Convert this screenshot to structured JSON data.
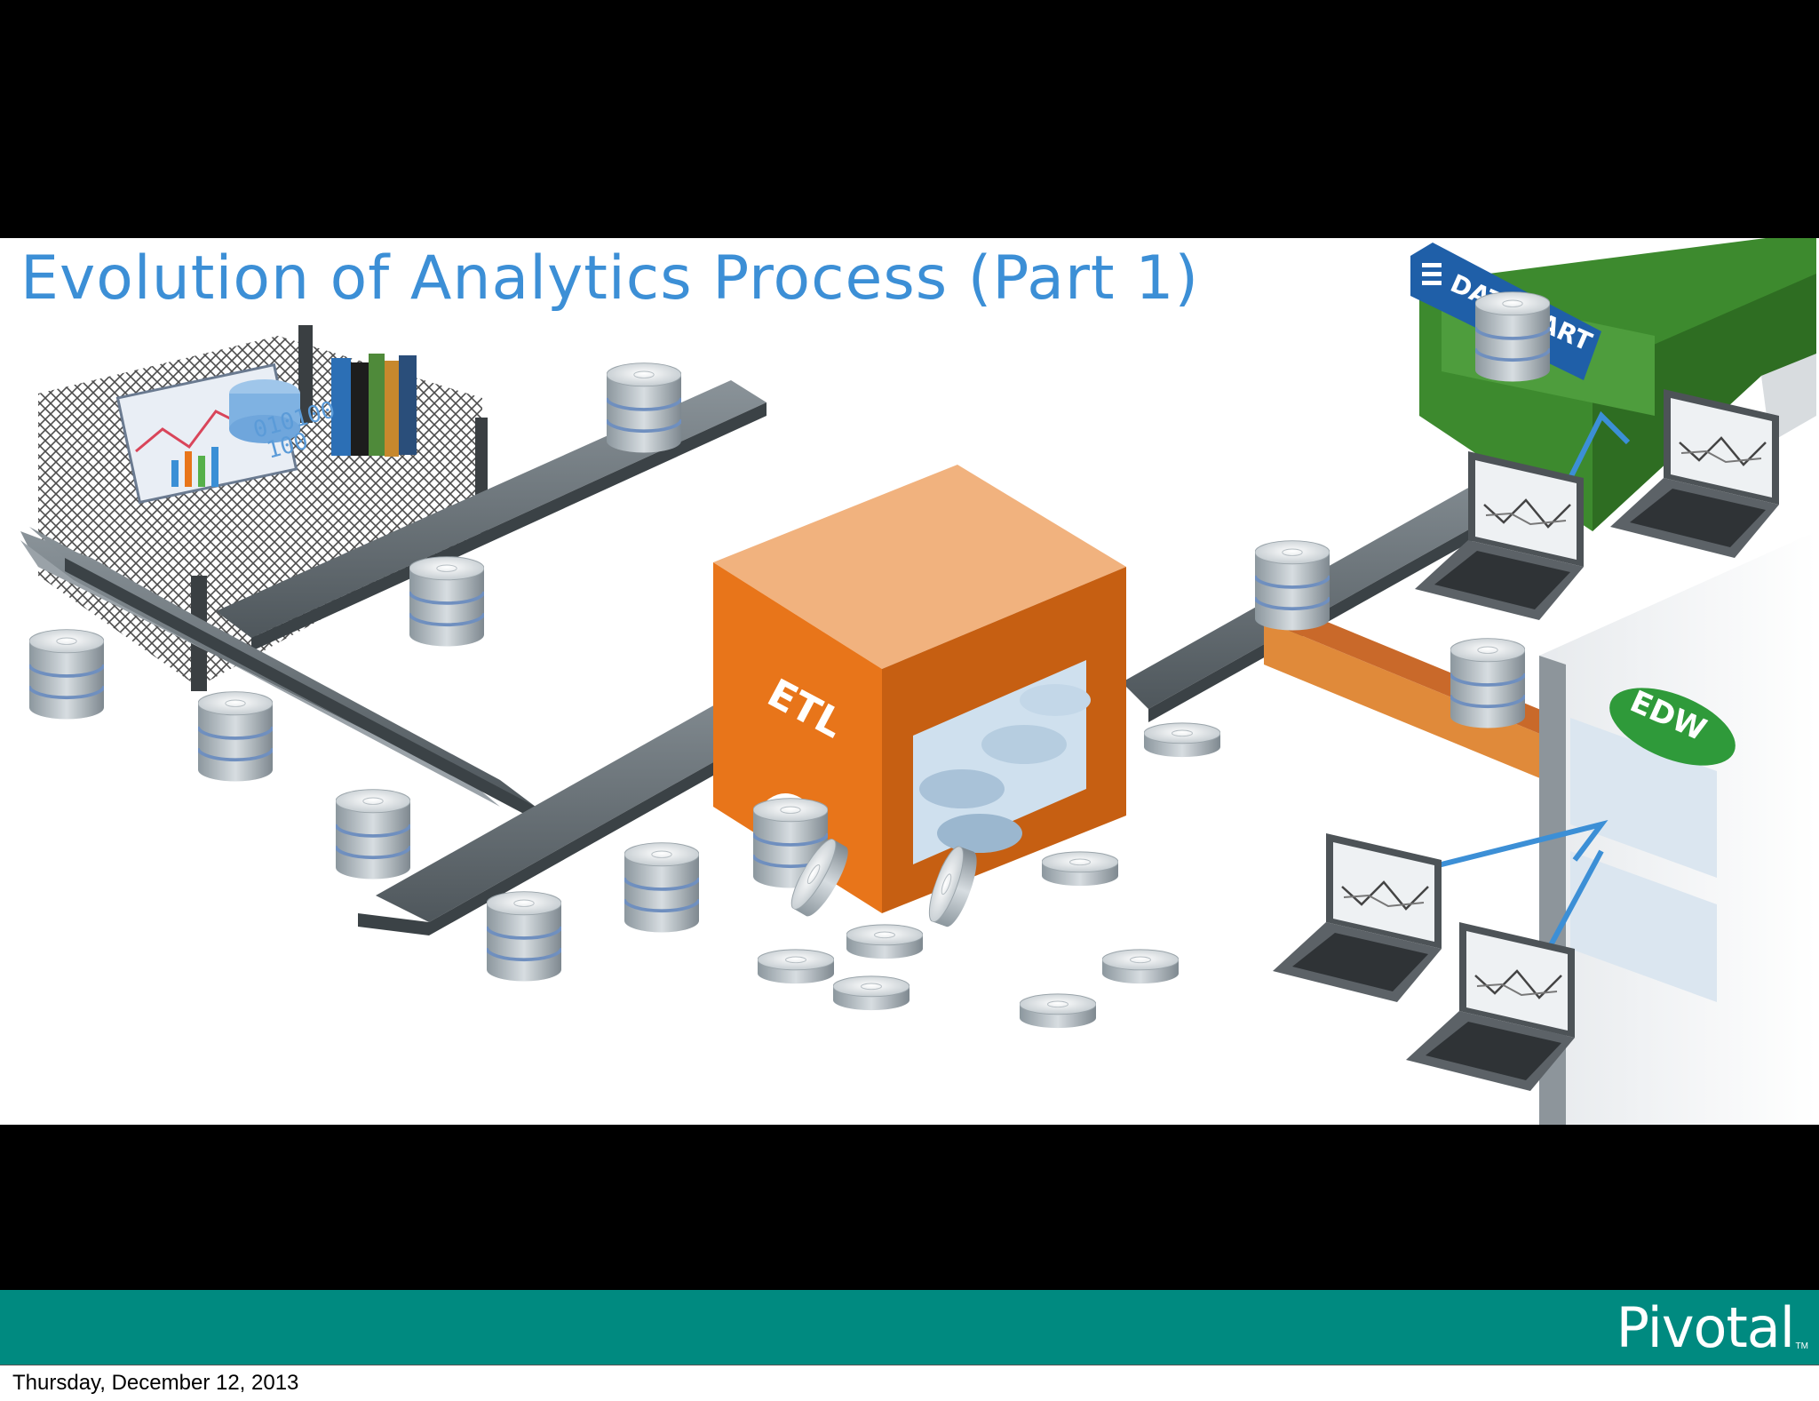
{
  "slide": {
    "title": "Evolution of Analytics Process  (Part 1)",
    "labels": {
      "etl": "ETL",
      "datamart": "DATAMART",
      "edw": "EDW"
    },
    "basket_digits_1": "010100",
    "basket_digits_2": "100"
  },
  "brand": {
    "name": "Pivotal",
    "tm": "TM"
  },
  "footer": {
    "date": "Thursday, December 12, 2013"
  },
  "colors": {
    "title": "#3c8fd6",
    "etl_box": "#e8751a",
    "datamart": "#3d8a2e",
    "edw_badge": "#2f9a3a",
    "datamart_sign": "#1f5fa8",
    "conveyor": "#6a7278",
    "teal_bar": "#008a80"
  }
}
